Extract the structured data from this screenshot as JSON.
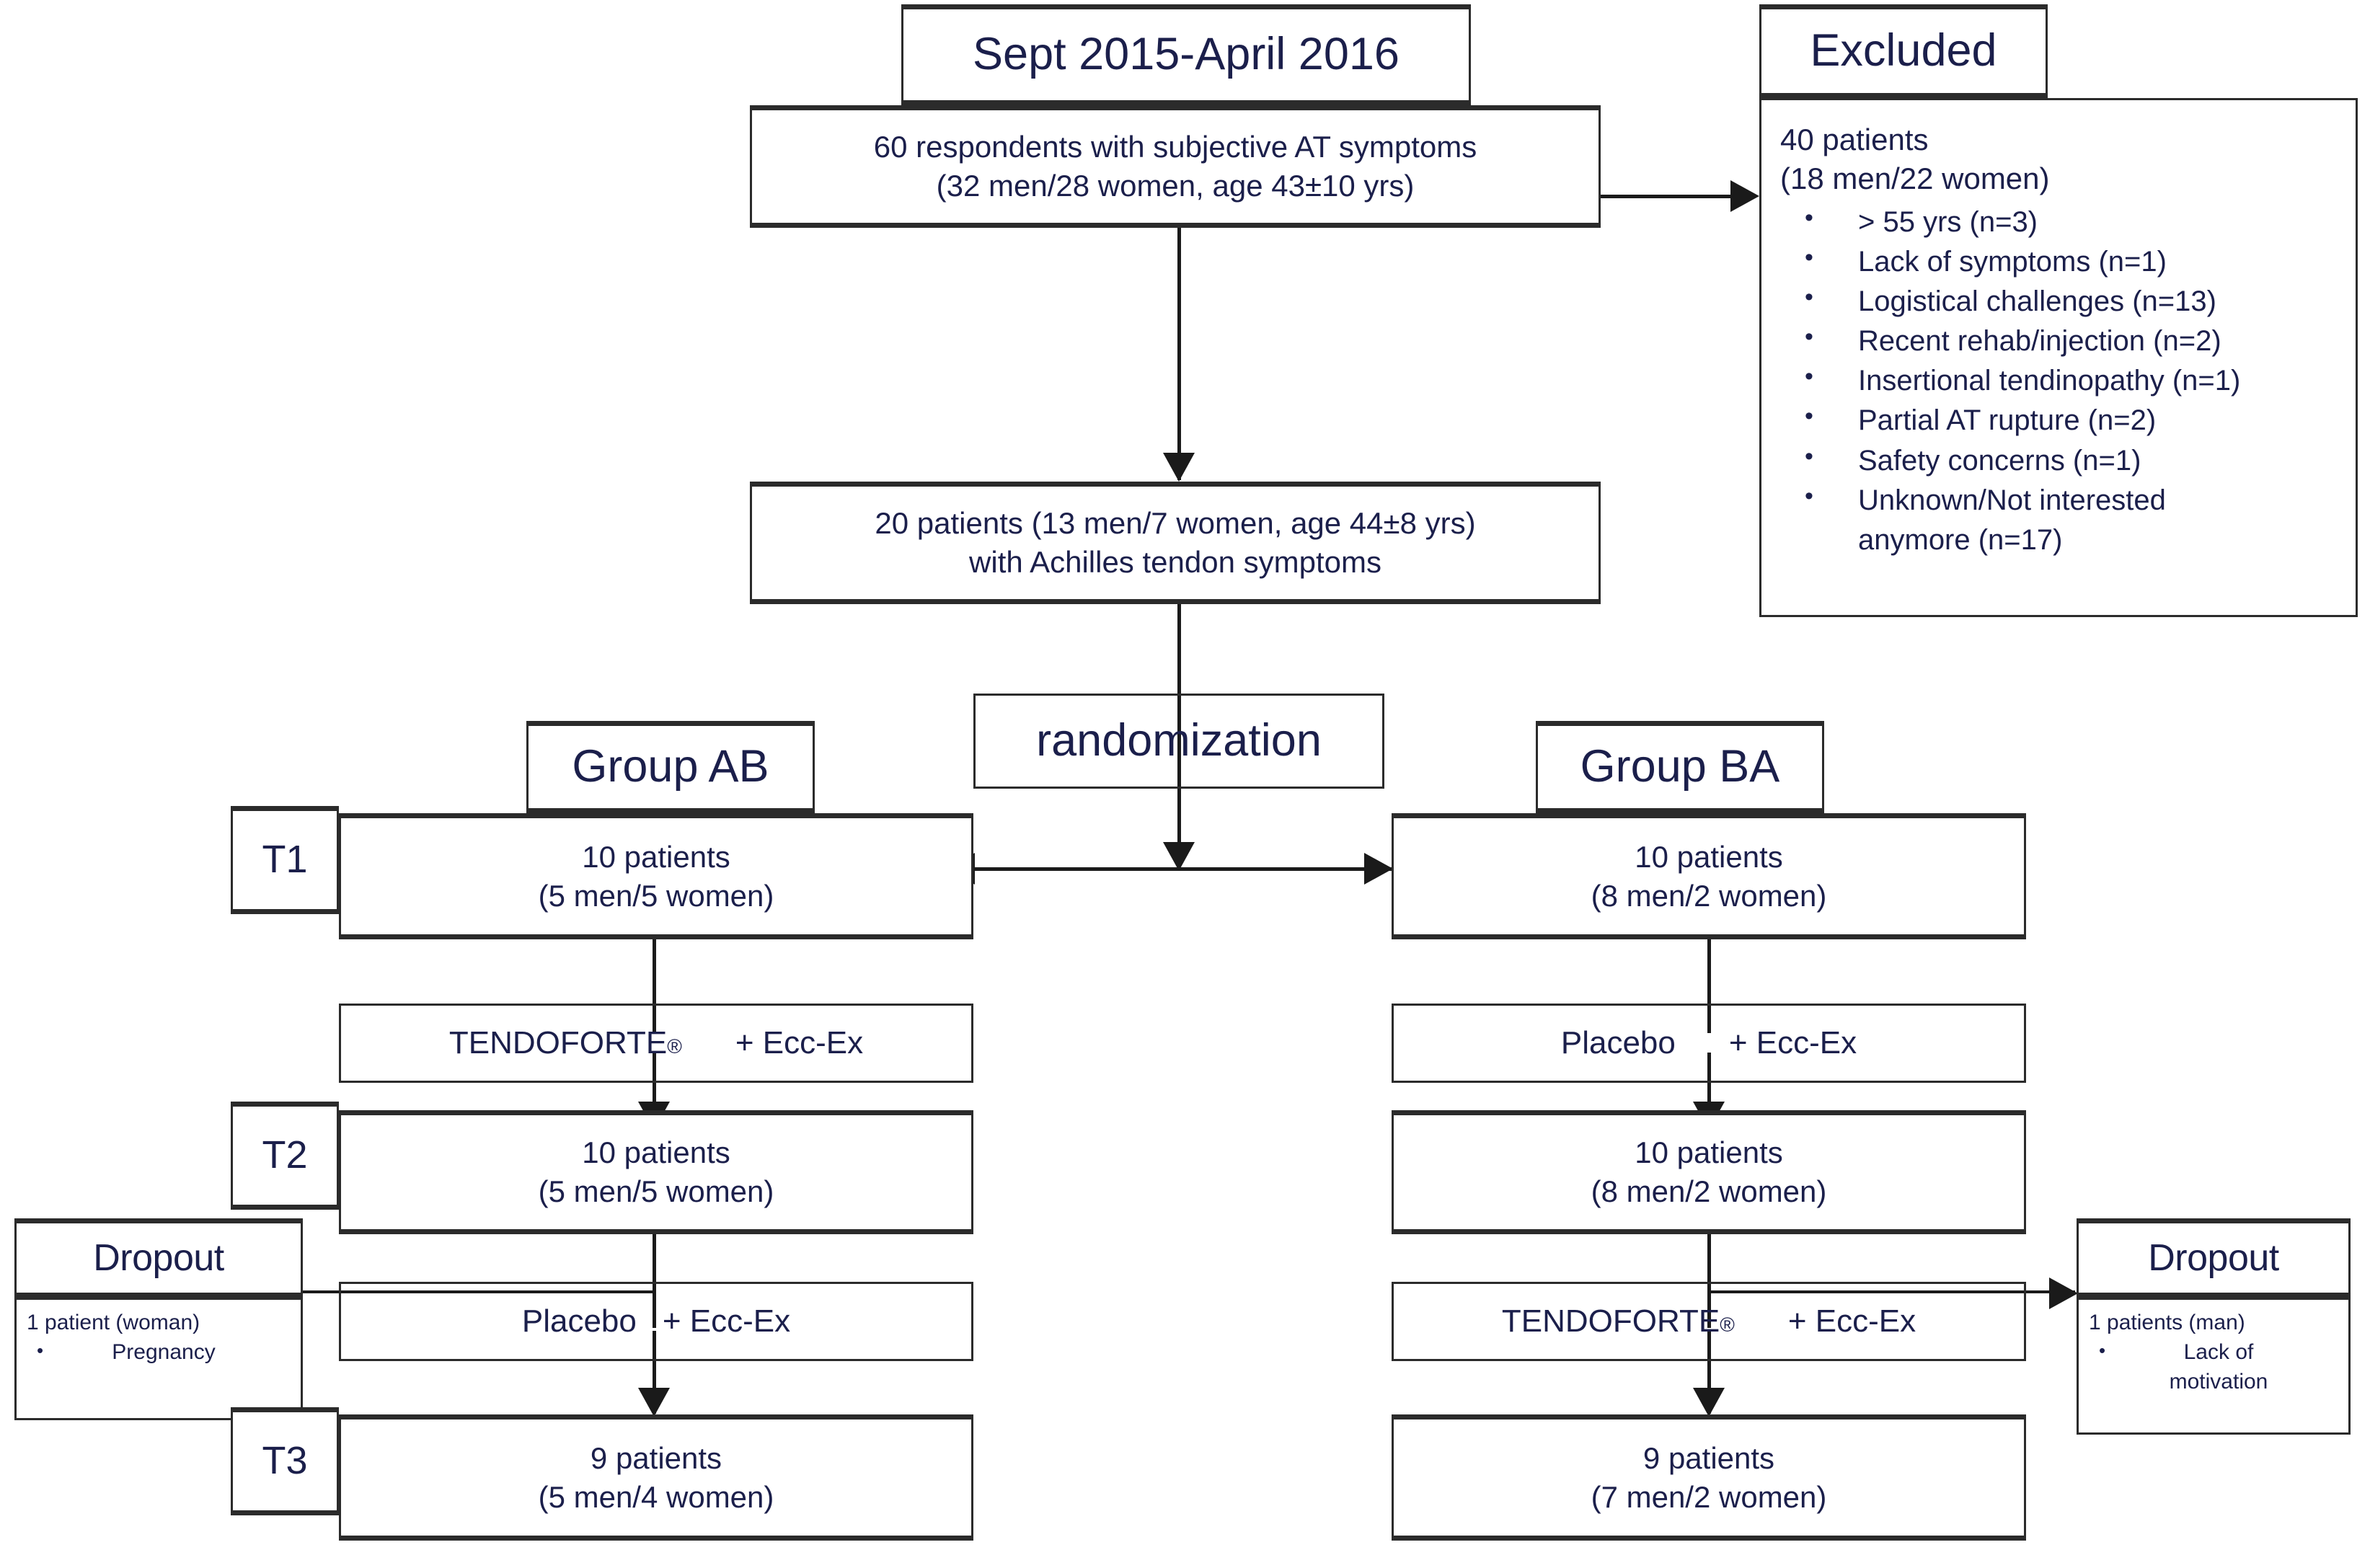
{
  "meta": {
    "title": "CONSORT-style participant flow diagram",
    "text_color": "#1b1f4b",
    "line_color": "#1a1a1a",
    "border_color": "#2b2b2b",
    "background": "#ffffff"
  },
  "enrollment": {
    "period_label": "Sept 2015-April 2016",
    "respondents_line1": "60 respondents with subjective AT symptoms",
    "respondents_line2": "(32 men/28 women, age 43±10 yrs)"
  },
  "excluded": {
    "header": "Excluded",
    "count_line": "40 patients",
    "sex_line": "(18 men/22 women)",
    "reasons": [
      "> 55 yrs  (n=3)",
      "Lack of symptoms (n=1)",
      "Logistical challenges (n=13)",
      "Recent rehab/injection (n=2)",
      "Insertional tendinopathy (n=1)",
      "Partial AT rupture (n=2)",
      "Safety concerns (n=1)",
      "Unknown/Not interested",
      "anymore (n=17)"
    ]
  },
  "included": {
    "line1": "20 patients (13 men/7 women, age 44±8 yrs)",
    "line2": "with Achilles tendon symptoms"
  },
  "randomization": {
    "label": "randomization"
  },
  "timepoints": {
    "t1": "T1",
    "t2": "T2",
    "t3": "T3"
  },
  "group_ab": {
    "header": "Group AB",
    "t1_line1": "10 patients",
    "t1_line2": "(5 men/5 women)",
    "treatment1_a": "TENDOFORTE",
    "treatment1_reg": "®",
    "treatment1_b": "+ Ecc-Ex",
    "t2_line1": "10 patients",
    "t2_line2": "(5 men/5 women)",
    "treatment2_a": "Placebo",
    "treatment2_b": "+ Ecc-Ex",
    "t3_line1": "9 patients",
    "t3_line2": "(5 men/4 women)"
  },
  "group_ba": {
    "header": "Group BA",
    "t1_line1": "10 patients",
    "t1_line2": "(8 men/2 women)",
    "treatment1_a": "Placebo",
    "treatment1_b": "+ Ecc-Ex",
    "t2_line1": "10 patients",
    "t2_line2": "(8 men/2 women)",
    "treatment2_a": "TENDOFORTE",
    "treatment2_reg": "®",
    "treatment2_b": "+ Ecc-Ex",
    "t3_line1": "9 patients",
    "t3_line2": "(7 men/2 women)"
  },
  "dropout_left": {
    "header": "Dropout",
    "count_line": "1 patient (woman)",
    "reasons": [
      "Pregnancy"
    ]
  },
  "dropout_right": {
    "header": "Dropout",
    "count_line": "1 patients  (man)",
    "reasons": [
      "Lack of",
      "motivation"
    ]
  }
}
